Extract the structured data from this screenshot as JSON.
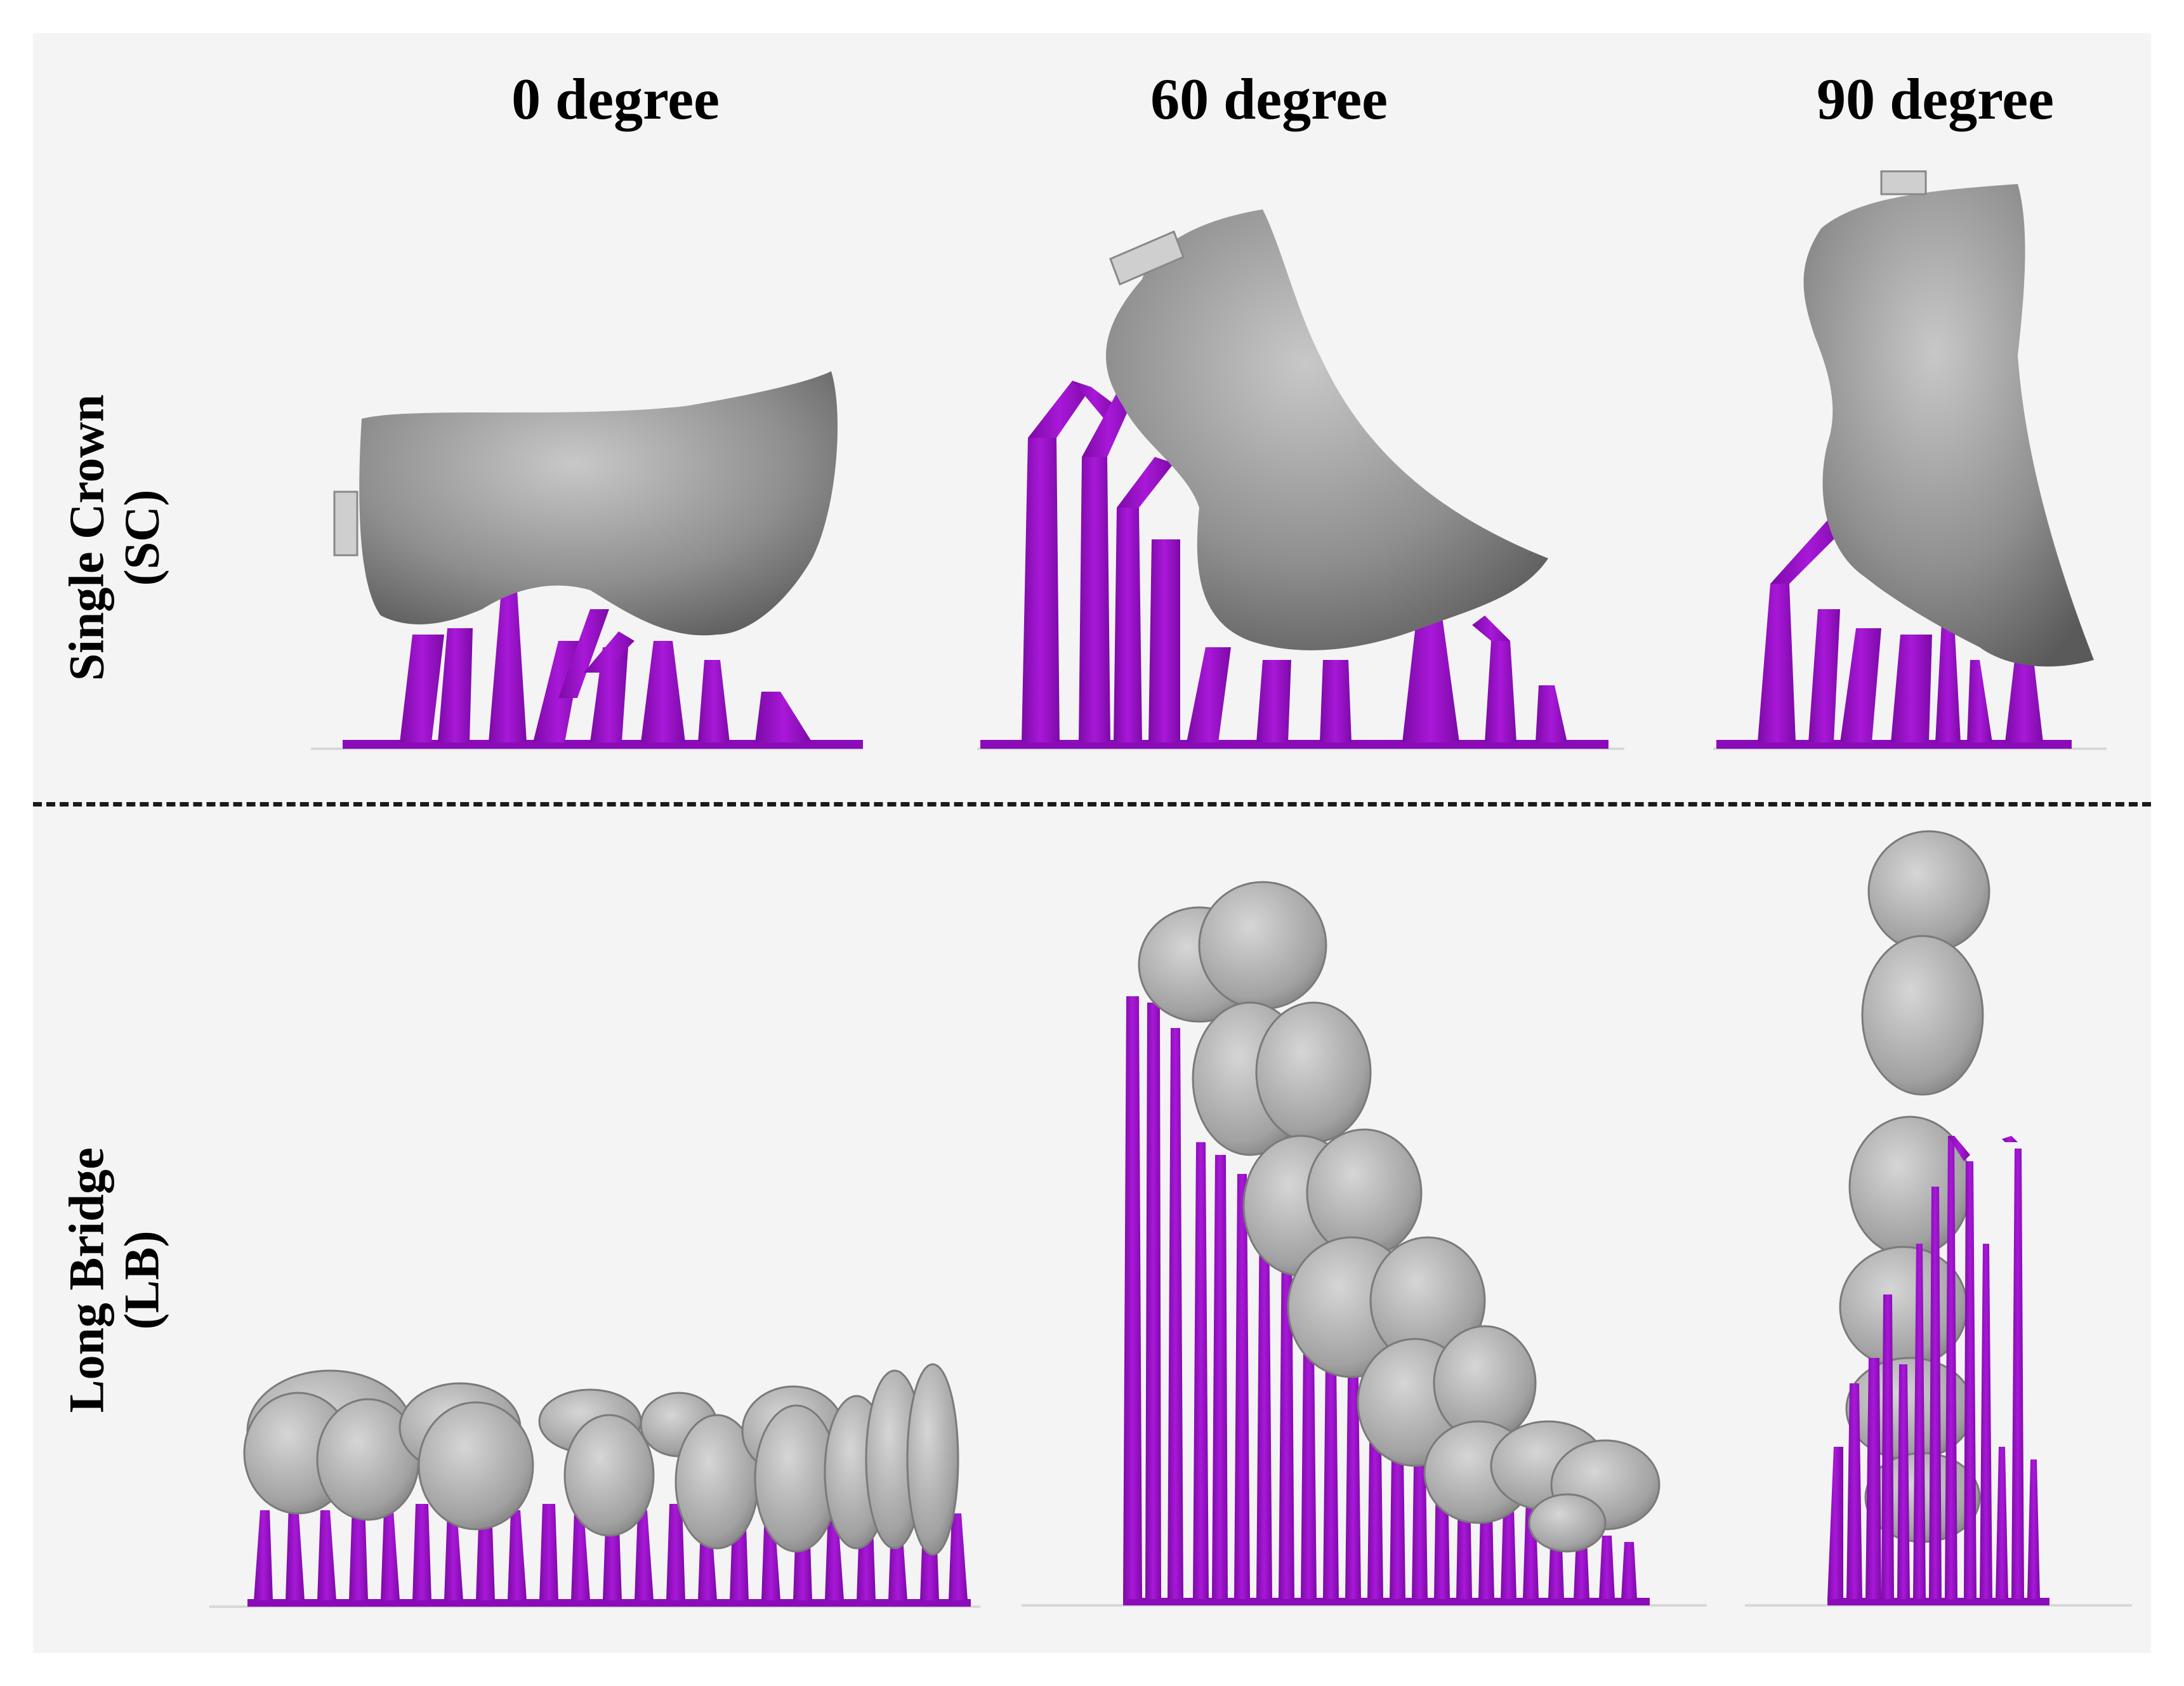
{
  "columns": [
    {
      "label": "0 degree"
    },
    {
      "label": "60 degree"
    },
    {
      "label": "90 degree"
    }
  ],
  "rows": [
    {
      "label_line1": "Single Crown",
      "label_line2": "(SC)"
    },
    {
      "label_line1": "Long Bridge",
      "label_line2": "(LB)"
    }
  ],
  "colors": {
    "support": "#9a10c8",
    "crown": "#9a9a9a",
    "background": "#f4f4f4",
    "divider": "#1a1a1a"
  }
}
